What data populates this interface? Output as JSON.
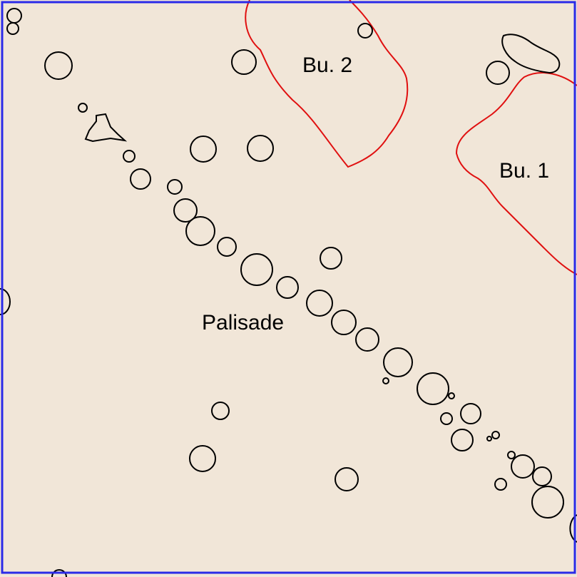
{
  "map": {
    "labels": {
      "burial_2": "Bu. 2",
      "burial_1": "Bu. 1",
      "palisade": "Palisade"
    },
    "colors": {
      "background": "#f1e6d8",
      "frame": "#2a2ae8",
      "burial_outline": "#e01010",
      "features": "#000000"
    },
    "feature_counts": {
      "burials": 2,
      "palisade_posts": 24
    }
  }
}
